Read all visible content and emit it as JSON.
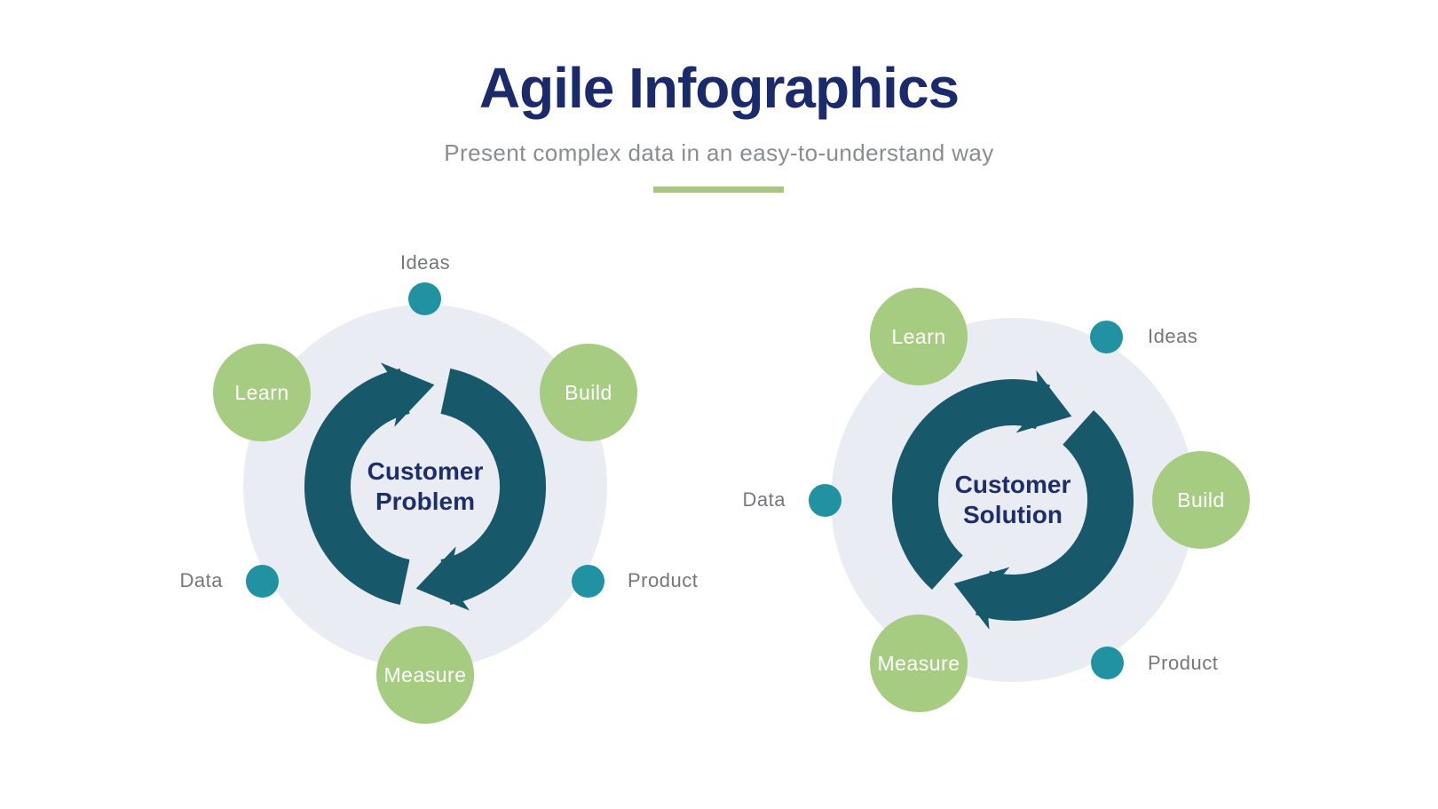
{
  "header": {
    "title": "Agile Infographics",
    "subtitle": "Present complex data in an easy-to-understand way"
  },
  "colors": {
    "title_navy": "#1b2a6b",
    "subtitle_gray": "#8a8c8f",
    "divider_green": "#a6c87e",
    "ring_teal": "#17596a",
    "dot_teal": "#2192a1",
    "stage_green": "#a5cc80",
    "halo_gray": "#e9edf3",
    "label_gray": "#76777a",
    "center_navy": "#1e2d6b"
  },
  "diagrams": [
    {
      "id": "customer-problem",
      "center_line1": "Customer",
      "center_line2": "Problem",
      "stages": {
        "learn": "Learn",
        "ideas": "Ideas",
        "build": "Build",
        "product": "Product",
        "measure": "Measure",
        "data": "Data"
      }
    },
    {
      "id": "customer-solution",
      "center_line1": "Customer",
      "center_line2": "Solution",
      "stages": {
        "learn": "Learn",
        "ideas": "Ideas",
        "build": "Build",
        "product": "Product",
        "measure": "Measure",
        "data": "Data"
      }
    }
  ]
}
